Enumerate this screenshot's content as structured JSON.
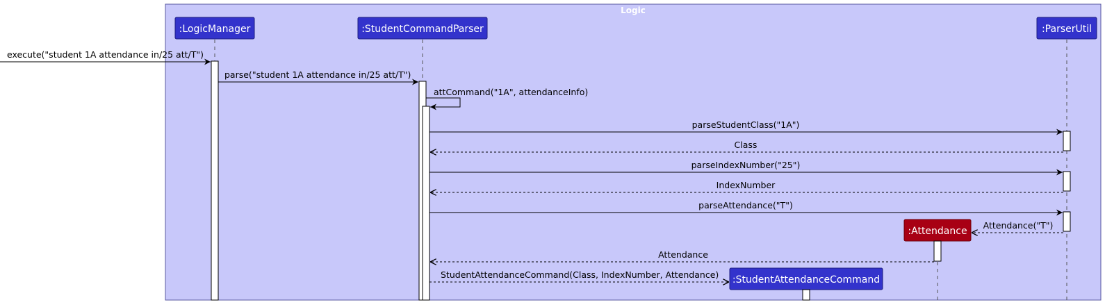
{
  "colors": {
    "frame_fill": "#c8c8fa",
    "frame_stroke": "#5a5aa0",
    "participant_fill": "#3333cc",
    "created_fill": "#a80014",
    "activation_fill": "#ffffff"
  },
  "frame": {
    "title": "Logic"
  },
  "participants": {
    "logic_manager": ":LogicManager",
    "student_command_parser": ":StudentCommandParser",
    "parser_util": ":ParserUtil",
    "attendance": ":Attendance",
    "student_attendance_command": ":StudentAttendanceCommand"
  },
  "messages": {
    "execute": "execute(\"student 1A attendance in/25 att/T\")",
    "parse": "parse(\"student 1A attendance in/25 att/T\")",
    "att_command": "attCommand(\"1A\", attendanceInfo)",
    "parse_student_class": "parseStudentClass(\"1A\")",
    "return_class": "Class",
    "parse_index_number": "parseIndexNumber(\"25\")",
    "return_index_number": "IndexNumber",
    "parse_attendance": "parseAttendance(\"T\")",
    "create_attendance": "Attendance(\"T\")",
    "return_attendance": "Attendance",
    "create_command": "StudentAttendanceCommand(Class, IndexNumber, Attendance)"
  }
}
